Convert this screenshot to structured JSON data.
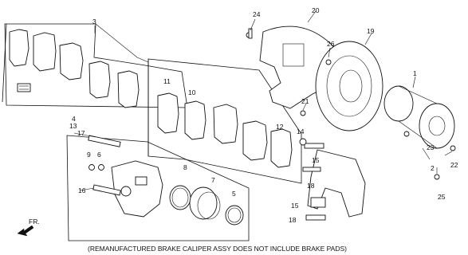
{
  "diagram": {
    "caption": "(REMANUFACTURED BRAKE CALIPER ASSY DOES NOT INCLUDE BRAKE PADS)",
    "direction_label": "FR.",
    "callouts": {
      "c1": "1",
      "c2": "2",
      "c3": "3",
      "c4": "4",
      "c5": "5",
      "c6": "6",
      "c7": "7",
      "c8": "8",
      "c9": "9",
      "c10": "10",
      "c11": "11",
      "c12": "12",
      "c13": "13",
      "c14": "14",
      "c15a": "15",
      "c15b": "15",
      "c16": "16",
      "c17": "17",
      "c18a": "18",
      "c18b": "18",
      "c19": "19",
      "c20": "20",
      "c21": "21",
      "c22": "22",
      "c23": "23",
      "c24": "24",
      "c25": "25",
      "c26": "26"
    }
  }
}
